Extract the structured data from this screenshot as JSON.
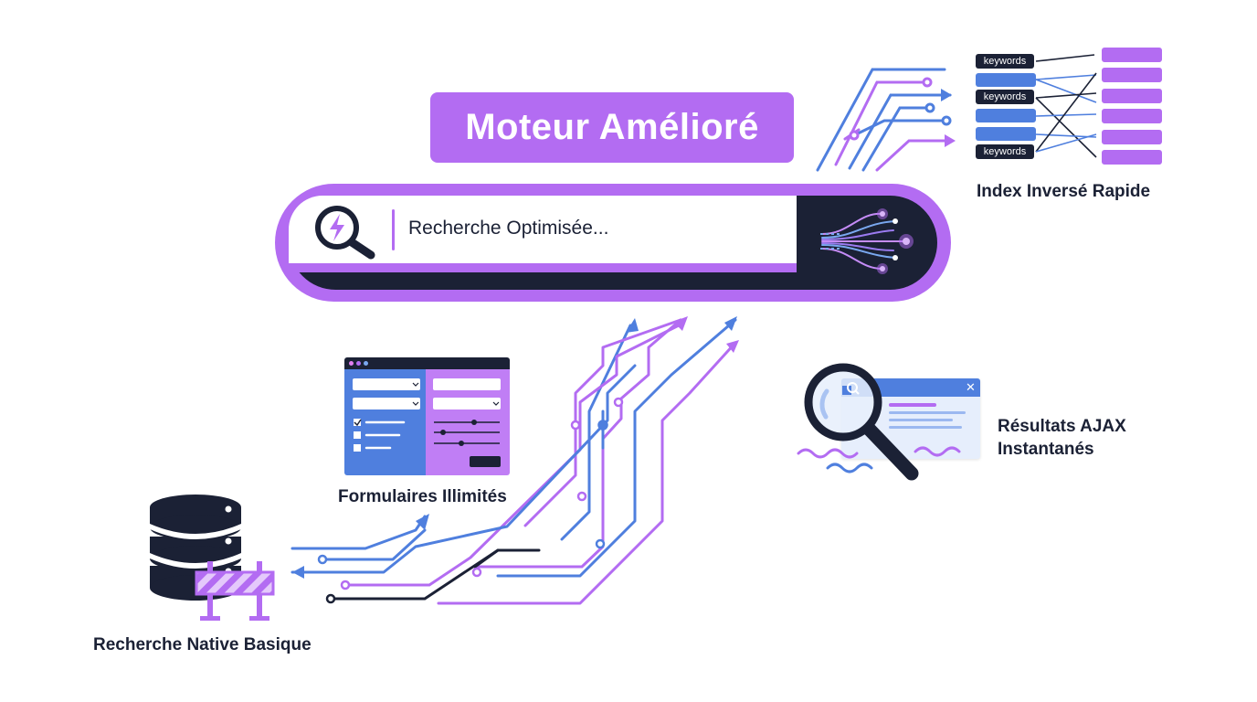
{
  "title": "Moteur Amélioré",
  "search": {
    "text": "Recherche Optimisée..."
  },
  "labels": {
    "index": "Index Inversé Rapide",
    "forms": "Formulaires Illimités",
    "ajax_line1": "Résultats AJAX",
    "ajax_line2": "Instantanés",
    "native": "Recherche Native Basique"
  },
  "index_keywords": [
    "keywords",
    "keywords",
    "keywords"
  ],
  "icons": [
    "search-lightning-icon",
    "database-icon",
    "barrier-icon",
    "magnifier-icon",
    "form-window-icon",
    "close-icon"
  ],
  "colors": {
    "purple": "#b36cf2",
    "blue": "#4f7fde",
    "navy": "#1b2135",
    "light_purple": "#d9b8fa"
  }
}
